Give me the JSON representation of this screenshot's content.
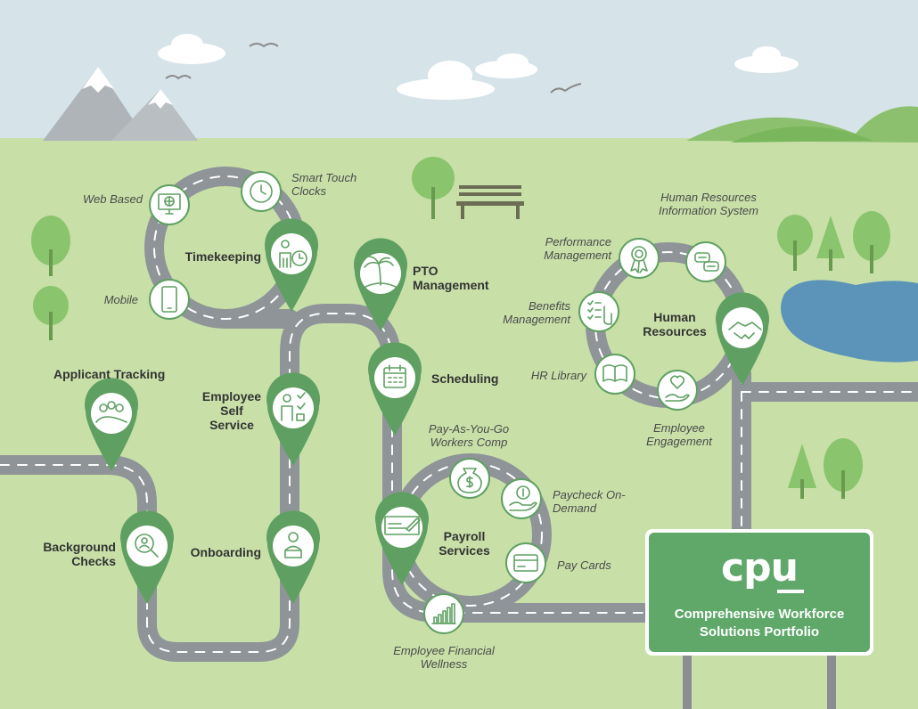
{
  "labels": {
    "web_based": "Web Based",
    "smart_touch_clocks": "Smart Touch Clocks",
    "timekeeping": "Timekeeping",
    "mobile": "Mobile",
    "pto_management": "PTO Management",
    "scheduling": "Scheduling",
    "applicant_tracking": "Applicant Tracking",
    "employee_self_service": "Employee Self Service",
    "background_checks": "Background Checks",
    "onboarding": "Onboarding",
    "pay_as_you_go": "Pay-As-You-Go Workers Comp",
    "paycheck_on_demand": "Paycheck On-Demand",
    "payroll_services": "Payroll Services",
    "pay_cards": "Pay Cards",
    "employee_financial_wellness": "Employee Financial Wellness",
    "performance_management": "Performance Management",
    "hris": "Human Resources Information System",
    "benefits_management": "Benefits Management",
    "human_resources": "Human Resources",
    "hr_library": "HR Library",
    "employee_engagement": "Employee Engagement"
  },
  "sign": {
    "logo": "cpu",
    "title": "Comprehensive Workforce Solutions Portfolio"
  },
  "colors": {
    "sky": "#d6e4ea",
    "grass": "#c8e0a8",
    "road": "#8f9498",
    "pin": "#5fa062",
    "sign": "#5fa86a",
    "lake": "#5c93b8"
  },
  "icons": [
    "computer-globe-icon",
    "clock-icon",
    "person-clock-icon",
    "smartphone-icon",
    "palm-island-icon",
    "calendar-icon",
    "group-icon",
    "person-checklist-icon",
    "magnifier-person-icon",
    "person-laptop-icon",
    "money-bag-icon",
    "hand-coin-icon",
    "check-icon",
    "credit-card-icon",
    "bar-chart-icon",
    "award-ribbon-icon",
    "chat-bubbles-icon",
    "checklist-hand-icon",
    "handshake-icon",
    "open-book-icon",
    "hand-heart-icon"
  ]
}
